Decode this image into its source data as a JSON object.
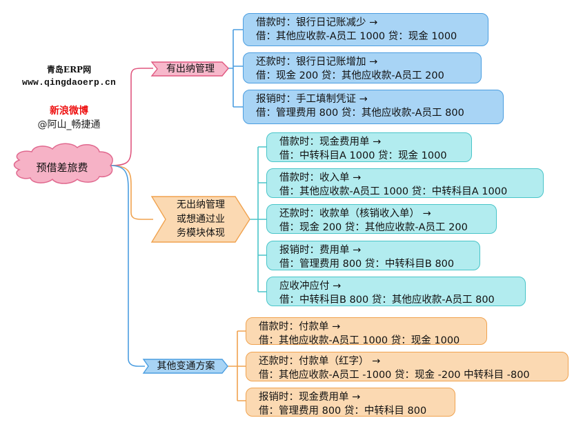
{
  "brand": {
    "site_name": "青岛ERP网",
    "site_url": "www.qingdaoerp.cn",
    "weibo_label": "新浪微博",
    "weibo_handle": "@阿山_畅捷通"
  },
  "colors": {
    "root_fill": "#f6b2c6",
    "root_stroke": "#e0688e",
    "pink_fill": "#f7b8cb",
    "pink_stroke": "#e0577f",
    "blue_fill": "#a8d4f5",
    "blue_stroke": "#4a9de0",
    "cyan_fill": "#b2ecef",
    "cyan_stroke": "#48c4c8",
    "orange_fill": "#fbd9b2",
    "orange_stroke": "#f0a24e",
    "weibo_red": "#ee1111"
  },
  "root": {
    "label": "预借差旅费"
  },
  "branches": [
    {
      "label": "有出纳管理",
      "items": [
        {
          "title": "借款时：银行日记账减少 →",
          "entry": "借：其他应收款-A员工 1000 贷：现金 1000"
        },
        {
          "title": "还款时：银行日记账增加 →",
          "entry": "借：现金 200  贷：其他应收款-A员工  200"
        },
        {
          "title": "报销时：手工填制凭证 →",
          "entry": "借：管理费用 800 贷：其他应收款-A员工  800"
        }
      ]
    },
    {
      "label_lines": [
        "无出纳管理",
        "或想通过业",
        "务模块体现"
      ],
      "items": [
        {
          "title": "借款时：现金费用单 →",
          "entry": "借：中转科目A 1000 贷：现金 1000"
        },
        {
          "title": "借款时：收入单 →",
          "entry": "借：其他应收款-A员工  1000 贷：中转科目A 1000"
        },
        {
          "title": "还款时：收款单（核销收入单） →",
          "entry": "借：现金 200 贷：其他应收款-A员工 200"
        },
        {
          "title": "报销时：费用单 →",
          "entry": "借：管理费用 800 贷：中转科目B 800"
        },
        {
          "title": "应收冲应付 →",
          "entry": "借：中转科目B 800 贷：其他应收款-A员工 800"
        }
      ]
    },
    {
      "label": "其他变通方案",
      "items": [
        {
          "title": "借款时：付款单 →",
          "entry": "借：其他应收款-A员工 1000 贷：现金 1000"
        },
        {
          "title": "还款时：付款单（红字） →",
          "entry": "借：其他应收款-A员工 -1000 贷：现金 -200 中转科目 -800"
        },
        {
          "title": "报销时：现金费用单 →",
          "entry": "借：管理费用 800 贷：中转科目 800"
        }
      ]
    }
  ]
}
